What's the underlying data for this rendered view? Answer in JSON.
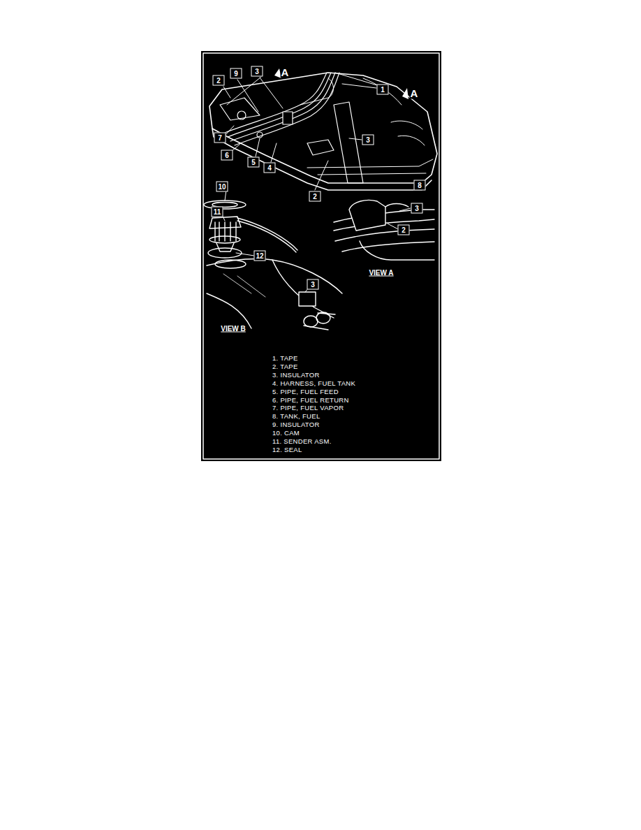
{
  "diagram": {
    "labels": [
      "2",
      "9",
      "3",
      "A",
      "1",
      "A",
      "7",
      "6",
      "5",
      "4",
      "3",
      "8",
      "2",
      "10",
      "3",
      "11",
      "2",
      "12",
      "VIEW A",
      "3",
      "VIEW B",
      "1. TAPE",
      "2. TAPE",
      "3. INSULATOR",
      "4. HARNESS, FUEL TANK",
      "5. PIPE, FUEL FEED",
      "6. PIPE, FUEL RETURN",
      "7. PIPE, FUEL VAPOR",
      "8. TANK, FUEL",
      "9. INSULATOR",
      "10. CAM",
      "11. SENDER ASM.",
      "12. SEAL"
    ]
  }
}
